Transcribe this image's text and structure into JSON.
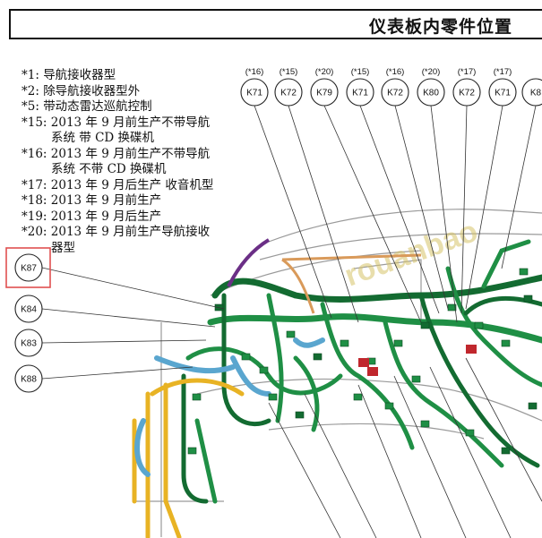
{
  "title": "仪表板内零件位置",
  "notes": [
    {
      "key": "*1:",
      "text": "导航接收器型"
    },
    {
      "key": "*2:",
      "text": "除导航接收器型外"
    },
    {
      "key": "*5:",
      "text": "带动态雷达巡航控制"
    },
    {
      "key": "*15:",
      "text": "2013 年 9 月前生产不带导航"
    },
    {
      "key": "",
      "text": "系统 带 CD 换碟机"
    },
    {
      "key": "*16:",
      "text": "2013 年 9 月前生产不带导航"
    },
    {
      "key": "",
      "text": "系统 不带 CD 换碟机"
    },
    {
      "key": "*17:",
      "text": "2013 年 9 月后生产 收音机型"
    },
    {
      "key": "*18:",
      "text": "2013 年 9 月前生产"
    },
    {
      "key": "*19:",
      "text": "2013 年 9 月后生产"
    },
    {
      "key": "*20:",
      "text": "2013 年 9 月前生产导航接收"
    },
    {
      "key": "",
      "text": "器型"
    }
  ],
  "top_connectors": [
    {
      "id": "K71",
      "condition": "(*16)"
    },
    {
      "id": "K72",
      "condition": "(*15)"
    },
    {
      "id": "K79",
      "condition": "(*20)"
    },
    {
      "id": "K71",
      "condition": "(*15)"
    },
    {
      "id": "K72",
      "condition": "(*16)"
    },
    {
      "id": "K80",
      "condition": "(*20)"
    },
    {
      "id": "K72",
      "condition": "(*17)"
    },
    {
      "id": "K71",
      "condition": "(*17)"
    },
    {
      "id": "K8",
      "condition": ""
    }
  ],
  "left_connectors": [
    {
      "id": "K87",
      "highlighted": true
    },
    {
      "id": "K84",
      "highlighted": false
    },
    {
      "id": "K83",
      "highlighted": false
    },
    {
      "id": "K88",
      "highlighted": false
    }
  ],
  "colors": {
    "harness_green": "#1f8f45",
    "harness_green_dark": "#136b31",
    "harness_yellow": "#e8b324",
    "harness_blue": "#5aa6cf",
    "harness_orange": "#d99a5a",
    "harness_purple": "#6b2f86",
    "connector_red": "#c0272d",
    "highlight_box": "#e05050",
    "panel_line": "#9a9a9a",
    "watermark": "#d7c46a"
  }
}
